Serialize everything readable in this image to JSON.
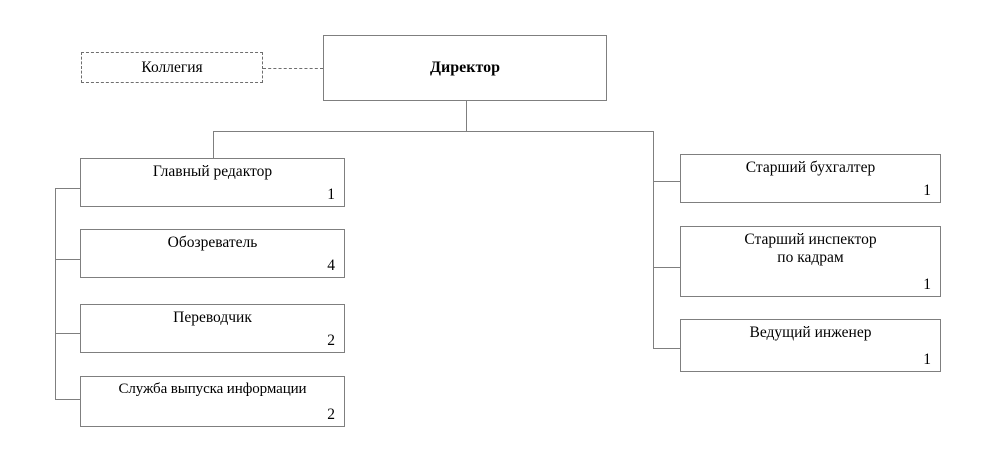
{
  "diagram": {
    "title_node": {
      "label": "Директор",
      "name": "node-director"
    },
    "advisory_node": {
      "label": "Коллегия",
      "name": "node-kollegiya"
    },
    "left_branch": [
      {
        "label": "Главный редактор",
        "count": "1"
      },
      {
        "label": "Обозреватель",
        "count": "4"
      },
      {
        "label": "Переводчик",
        "count": "2"
      },
      {
        "label": "Служба выпуска информации",
        "count": "2"
      }
    ],
    "right_branch": [
      {
        "label": "Старший бухгалтер",
        "count": "1"
      },
      {
        "label": "Старший инспектор\nпо кадрам",
        "count": "1"
      },
      {
        "label": "Ведущий инженер",
        "count": "1"
      }
    ],
    "colors": {
      "line": "#7f7f7f",
      "dashed_line": "#6e6e6e",
      "text": "#000000",
      "background": "#ffffff"
    }
  }
}
